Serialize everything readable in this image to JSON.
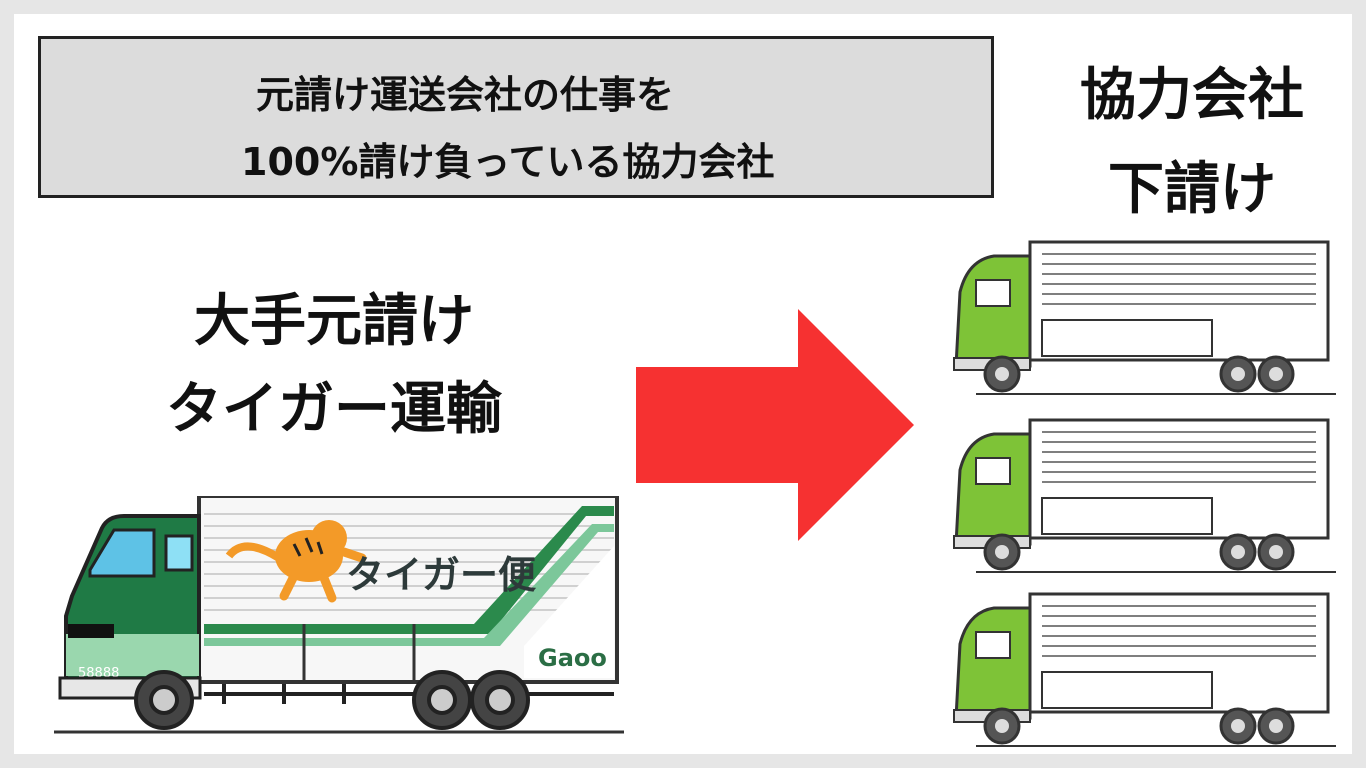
{
  "note": {
    "line1": "元請け運送会社の仕事を",
    "line2": "100%請け負っている協力会社"
  },
  "prime": {
    "title": "大手元請け",
    "company": "タイガー運輸"
  },
  "partner": {
    "title": "協力会社",
    "role": "下請け"
  },
  "big_truck": {
    "brand": "タイガー便",
    "logo": "Gaoo",
    "plate": "58888"
  },
  "colors": {
    "arrow": "#f63131",
    "prime_truck_cab": "#1f7a45",
    "partner_truck_cab": "#7ec337",
    "tiger": "#f39a28"
  },
  "icons": [
    "tiger-mascot-icon",
    "arrow-right-icon",
    "truck-icon"
  ]
}
